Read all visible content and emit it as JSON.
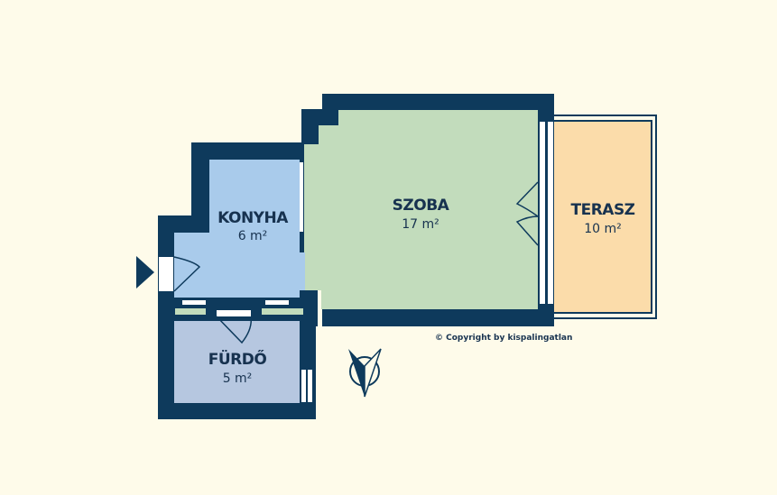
{
  "plan": {
    "rooms": [
      {
        "name": "SZOBA",
        "area": "17 m²"
      },
      {
        "name": "TERASZ",
        "area": "10 m²"
      },
      {
        "name": "KONYHA",
        "area": "6 m²"
      },
      {
        "name": "FÜRDŐ",
        "area": "5 m²"
      }
    ],
    "copyright": "© Copyright by kispalingatlan"
  },
  "colors": {
    "background": "#fefbea",
    "wall": "#0e3a5c",
    "szoba": "#c2dcbc",
    "konyha": "#a9cbeb",
    "furdo": "#b6c7e0",
    "terasz": "#fbdcaa"
  }
}
